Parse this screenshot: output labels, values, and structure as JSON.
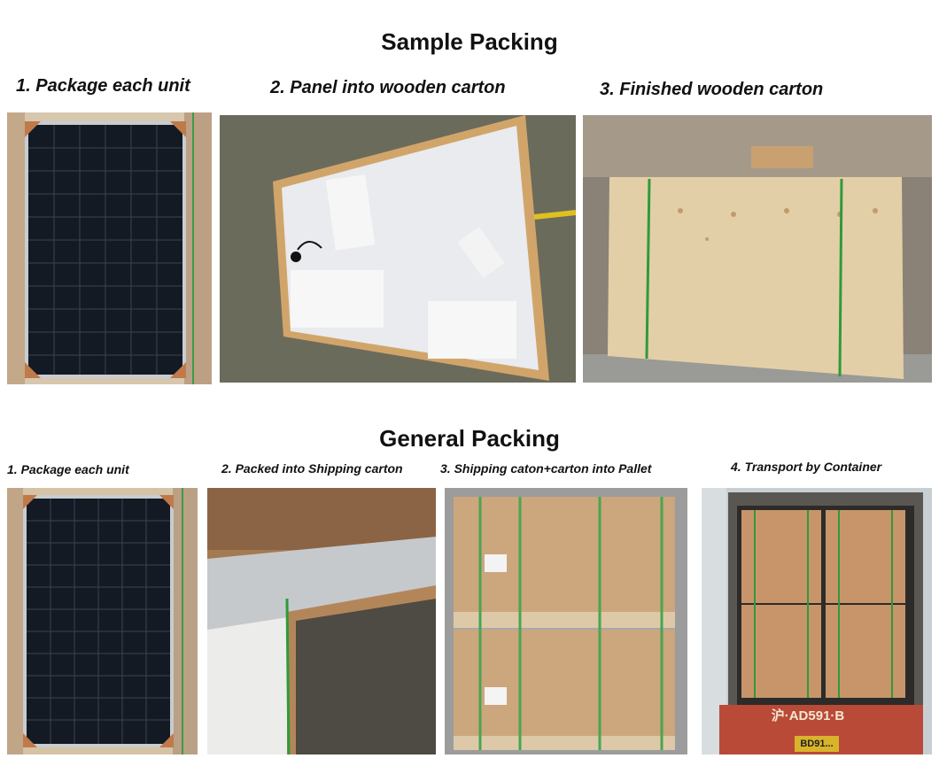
{
  "sample": {
    "title": "Sample Packing",
    "captions": [
      "1. Package each unit",
      "2. Panel into wooden carton",
      "3. Finished wooden carton"
    ]
  },
  "general": {
    "title": "General Packing",
    "captions": [
      "1. Package each unit",
      "2. Packed into Shipping carton",
      "3. Shipping caton+carton into Pallet",
      "4. Transport by Container"
    ]
  },
  "photos": {
    "truck_plate": "沪·AD591·B",
    "truck_plate_lower": "BD91..."
  }
}
